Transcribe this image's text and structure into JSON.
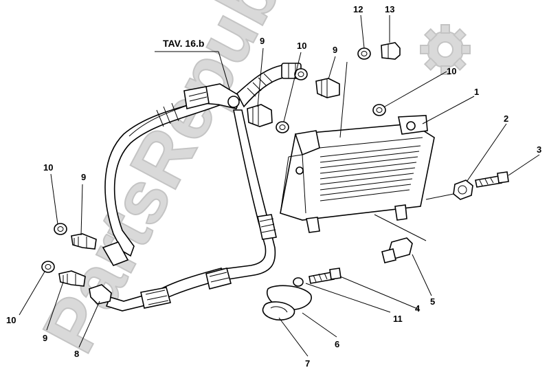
{
  "watermark": {
    "text": "PartsRepublik"
  },
  "reference": {
    "text": "TAV. 16.b"
  },
  "callouts": [
    {
      "id": "c1",
      "text": "1"
    },
    {
      "id": "c2",
      "text": "2"
    },
    {
      "id": "c3",
      "text": "3"
    },
    {
      "id": "c4",
      "text": "4"
    },
    {
      "id": "c5",
      "text": "5"
    },
    {
      "id": "c6",
      "text": "6"
    },
    {
      "id": "c7",
      "text": "7"
    },
    {
      "id": "c8",
      "text": "8"
    },
    {
      "id": "c9a",
      "text": "9"
    },
    {
      "id": "c9b",
      "text": "9"
    },
    {
      "id": "c9c",
      "text": "9"
    },
    {
      "id": "c9d",
      "text": "9"
    },
    {
      "id": "c10a",
      "text": "10"
    },
    {
      "id": "c10b",
      "text": "10"
    },
    {
      "id": "c10c",
      "text": "10"
    },
    {
      "id": "c10d",
      "text": "10"
    },
    {
      "id": "c11",
      "text": "11"
    },
    {
      "id": "c12",
      "text": "12"
    },
    {
      "id": "c13",
      "text": "13"
    }
  ],
  "colors": {
    "line": "#000000",
    "watermark": "#d9d9d9",
    "background": "#ffffff"
  },
  "icons": {
    "watermark_logo": "gear-icon"
  }
}
